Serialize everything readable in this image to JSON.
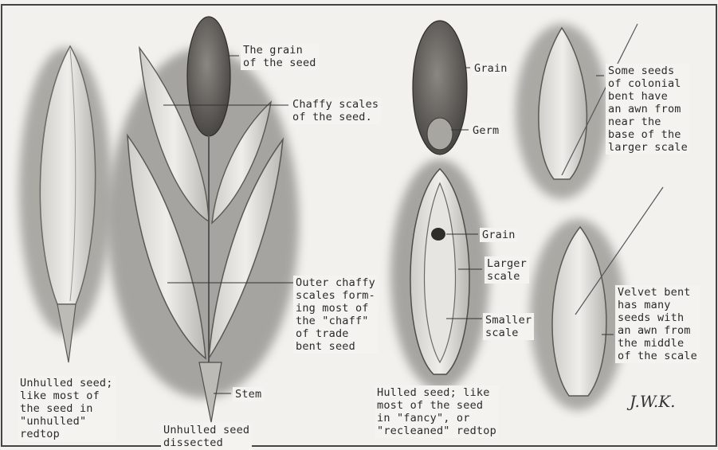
{
  "labels": {
    "grain_of_seed": "The grain\nof the seed",
    "chaffy_scales": "Chaffy scales\nof the seed.",
    "outer_chaffy": "Outer chaffy\nscales form-\ning most of\nthe \"chaff\"\nof trade\nbent seed",
    "stem": "Stem",
    "unhulled_seed_dissected": "Unhulled seed\ndissected",
    "unhulled_seed": "Unhulled seed;\nlike most of\nthe seed in\n\"unhulled\"\nredtop",
    "grain_top": "Grain",
    "germ": "Germ",
    "grain_mid": "Grain",
    "larger_scale": "Larger\nscale",
    "smaller_scale": "Smaller\nscale",
    "hulled_seed": "Hulled seed; like\nmost of the seed\nin \"fancy\", or\n\"recleaned\" redtop",
    "colonial_bent": "Some seeds\nof colonial\nbent have\nan awn from\nnear the\nbase of the\nlarger scale",
    "velvet_bent": "Velvet bent\nhas many\nseeds with\nan awn from\nthe middle\nof the scale",
    "signature": "J.W.K."
  }
}
